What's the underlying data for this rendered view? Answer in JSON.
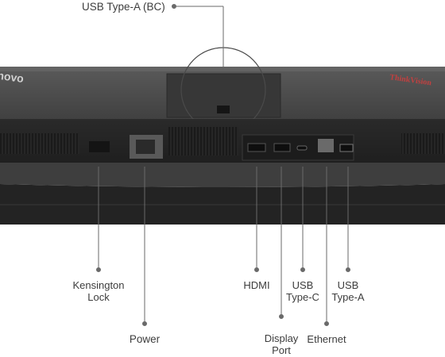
{
  "brand_left": "novo",
  "brand_right": "ThinkVision",
  "callouts": {
    "usb_type_a_bc": "USB Type-A (BC)",
    "kensington_lock": "Kensington\nLock",
    "power": "Power",
    "hdmi": "HDMI",
    "display_port": "Display\nPort",
    "usb_type_c": "USB\nType-C",
    "ethernet": "Ethernet",
    "usb_type_a": "USB\nType-A"
  },
  "colors": {
    "body_dark": "#2b2b2b",
    "body_top": "#4a4a4a",
    "leader_line": "#6a6a6a"
  }
}
